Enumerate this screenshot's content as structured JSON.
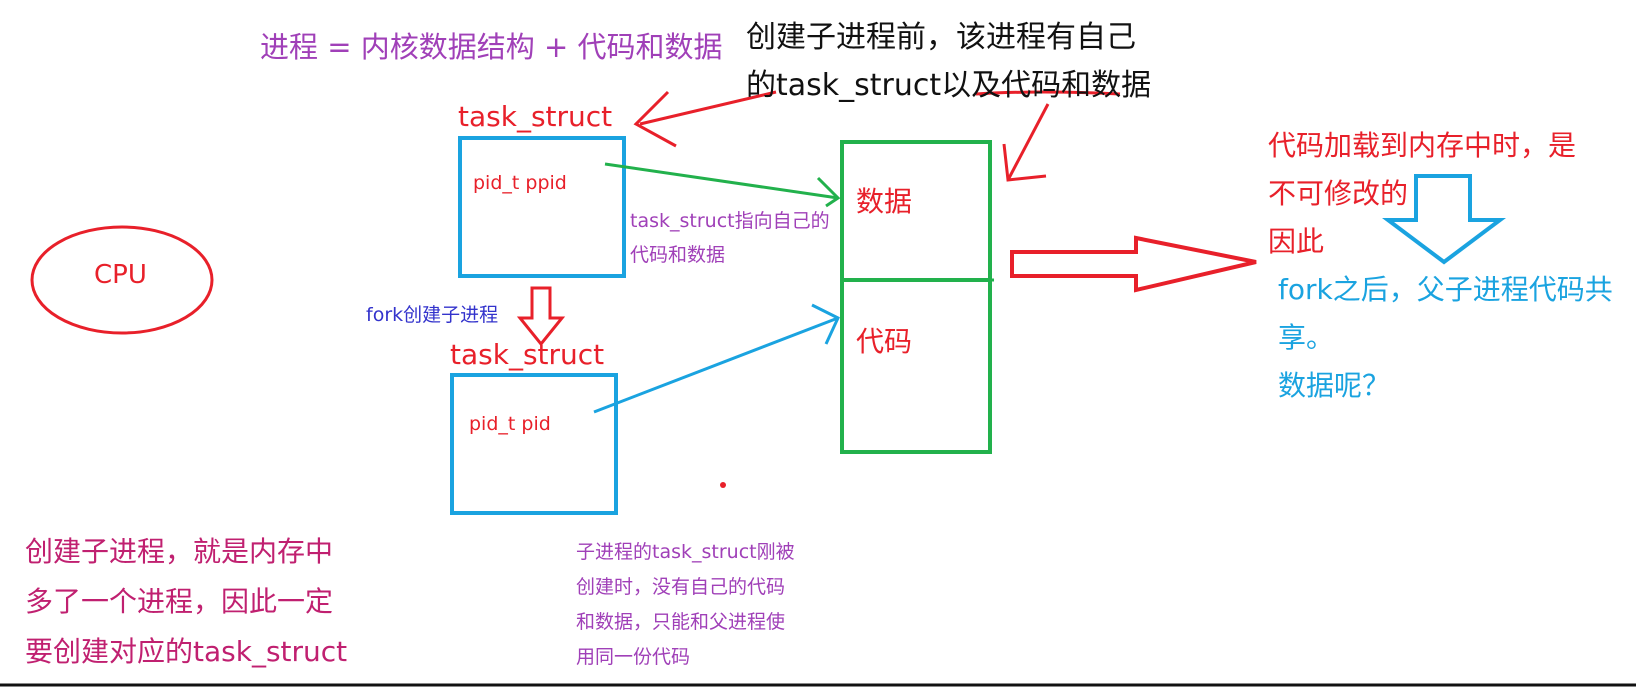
{
  "colors": {
    "red": "#e8202a",
    "green": "#22b14c",
    "blue": "#1aa3e0",
    "purple": "#a040b8",
    "dark_blue": "#3333cc",
    "black": "#111111"
  },
  "title_equation": "进程 = 内核数据结构 + 代码和数据",
  "top_note": {
    "line1": "创建子进程前，该进程有自己",
    "line2": "的task_struct以及代码和数据"
  },
  "parent": {
    "title": "task_struct",
    "field": "pid_t ppid"
  },
  "child": {
    "title": "task_struct",
    "field": "pid_t pid"
  },
  "pointer_note": {
    "line1": "task_struct指向自己的",
    "line2": "代码和数据"
  },
  "fork_label": "fork创建子进程",
  "cpu_label": "CPU",
  "memory": {
    "data_label": "数据",
    "code_label": "代码"
  },
  "right_note": {
    "line1": "代码加载到内存中时，是",
    "line2": "不可修改的",
    "line3": "因此",
    "line4": "fork之后，父子进程代码共",
    "line5": "享。",
    "line6": "数据呢？"
  },
  "bottom_left_note": {
    "line1": "创建子进程，就是内存中",
    "line2": "多了一个进程，因此一定",
    "line3": "要创建对应的task_struct"
  },
  "bottom_center_note": {
    "line1": "子进程的task_struct刚被",
    "line2": "创建时，没有自己的代码",
    "line3": "和数据，只能和父进程使",
    "line4": "用同一份代码"
  }
}
